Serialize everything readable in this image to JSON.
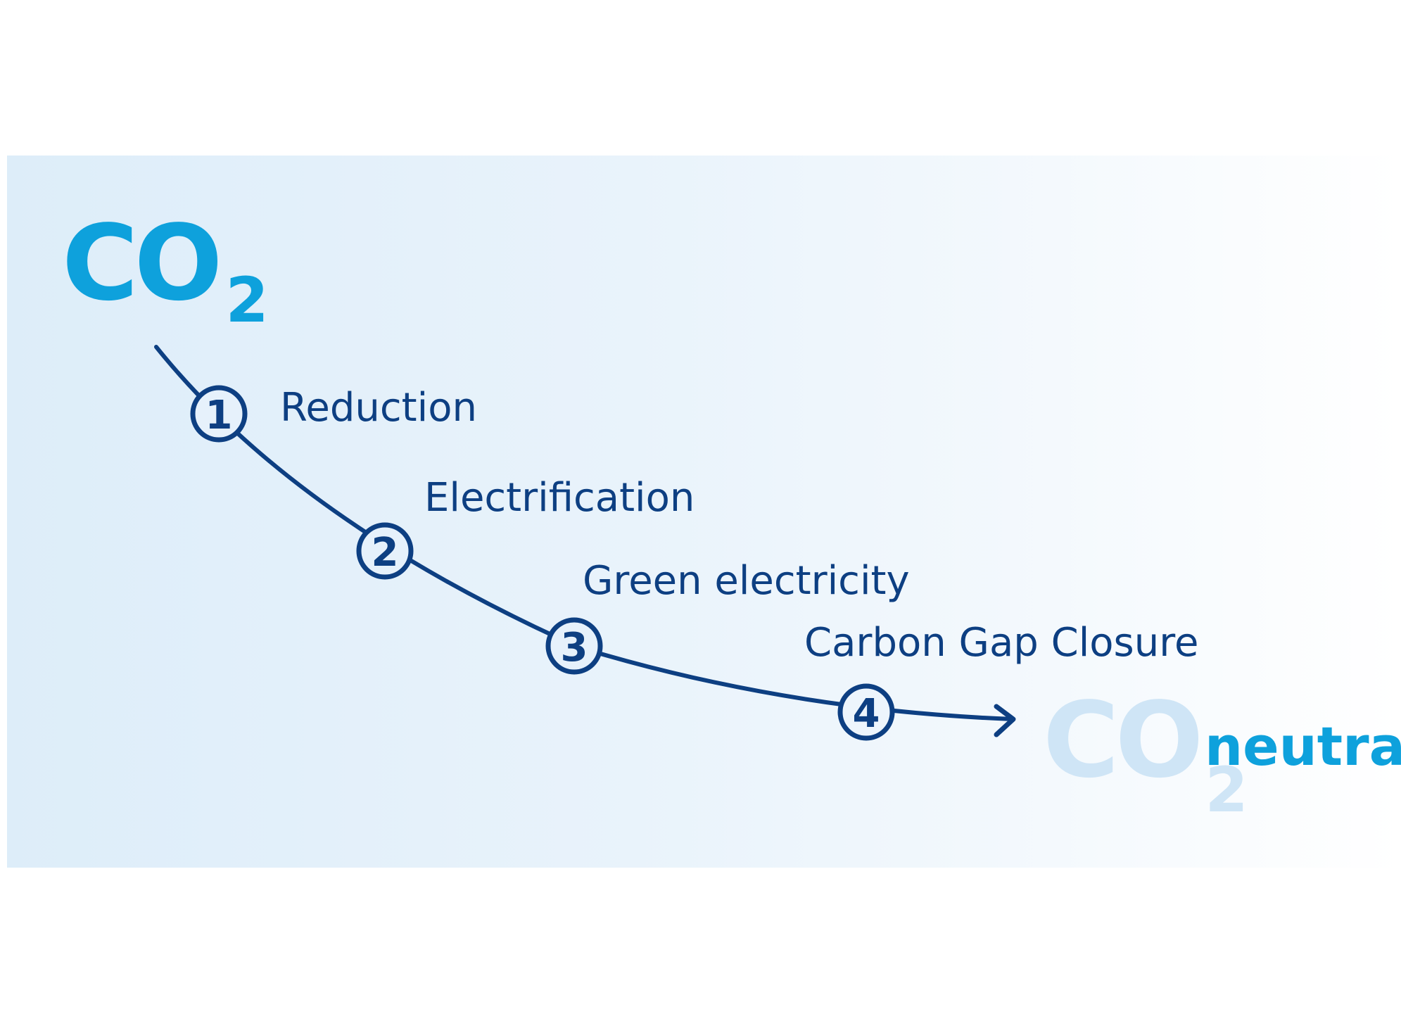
{
  "start": {
    "main": "CO",
    "subscript": "2"
  },
  "end": {
    "main": "CO",
    "subscript": "2",
    "suffix": "neutral"
  },
  "steps": [
    {
      "number": "1",
      "label": "Reduction"
    },
    {
      "number": "2",
      "label": "Electrification"
    },
    {
      "number": "3",
      "label": "Green electricity"
    },
    {
      "number": "4",
      "label": "Carbon Gap Closure"
    }
  ],
  "colors": {
    "accent": "#0ea1dc",
    "line": "#0d3f82",
    "faded": "#cfe5f6",
    "panel_start": "#ddedf9",
    "panel_end": "#ffffff"
  }
}
